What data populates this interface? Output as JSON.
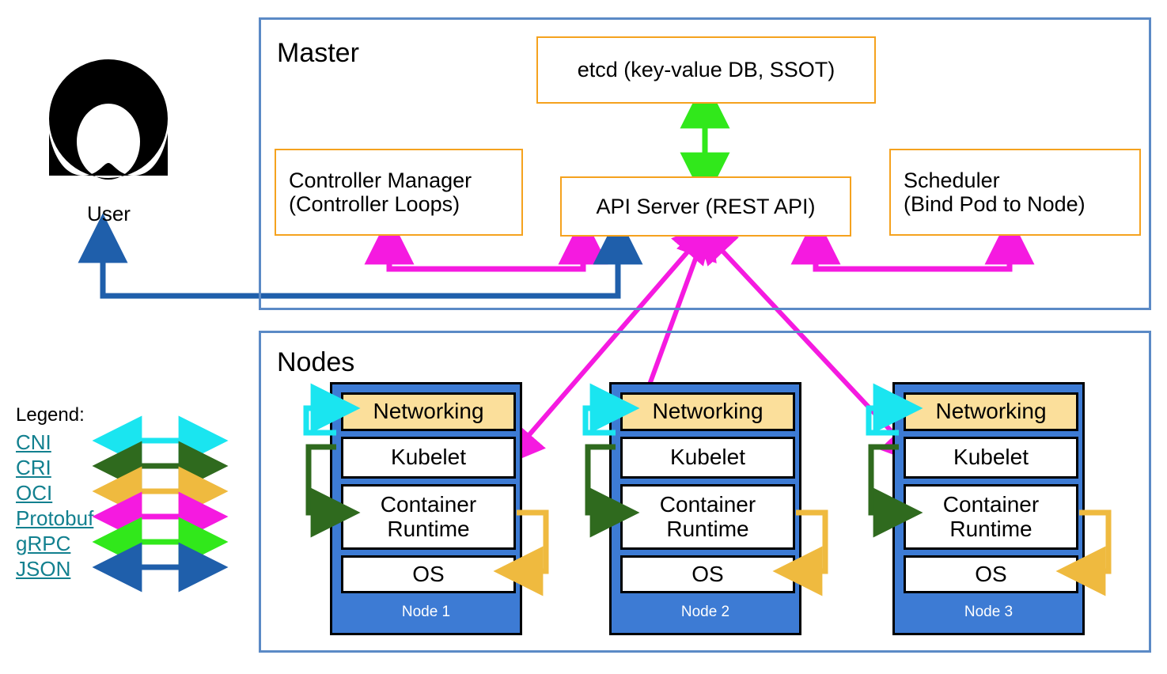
{
  "diagram": {
    "title_master": "Master",
    "title_nodes": "Nodes",
    "user_label": "User"
  },
  "master": {
    "label": "Master",
    "components": [
      {
        "id": "etcd",
        "label": "etcd (key-value DB, SSOT)"
      },
      {
        "id": "controller-manager",
        "line1": "Controller Manager",
        "line2": "(Controller Loops)"
      },
      {
        "id": "api-server",
        "label": "API Server (REST API)"
      },
      {
        "id": "scheduler",
        "line1": "Scheduler",
        "line2": "(Bind Pod to Node)"
      }
    ]
  },
  "nodes": {
    "label": "Nodes",
    "layers": [
      "Networking",
      "Kubelet",
      "Container Runtime",
      "OS"
    ],
    "items": [
      {
        "name": "Node 1"
      },
      {
        "name": "Node 2"
      },
      {
        "name": "Node 3"
      }
    ]
  },
  "legend": {
    "title": "Legend:",
    "entries": [
      {
        "label": "CNI",
        "color": "#1ae5f0"
      },
      {
        "label": "CRI",
        "color": "#2f6a1e"
      },
      {
        "label": "OCI",
        "color": "#efba3f"
      },
      {
        "label": "Protobuf",
        "color": "#f51ae0"
      },
      {
        "label": "gRPC",
        "color": "#31e81b"
      },
      {
        "label": "JSON",
        "color": "#1f5fab"
      }
    ]
  },
  "colors": {
    "frame_blue": "#5b8ac6",
    "box_orange": "#f5a21e",
    "node_blue": "#3d7bd4",
    "networking_tan": "#fbdf9b",
    "legend_link": "#12808f",
    "user_black": "#000000"
  }
}
